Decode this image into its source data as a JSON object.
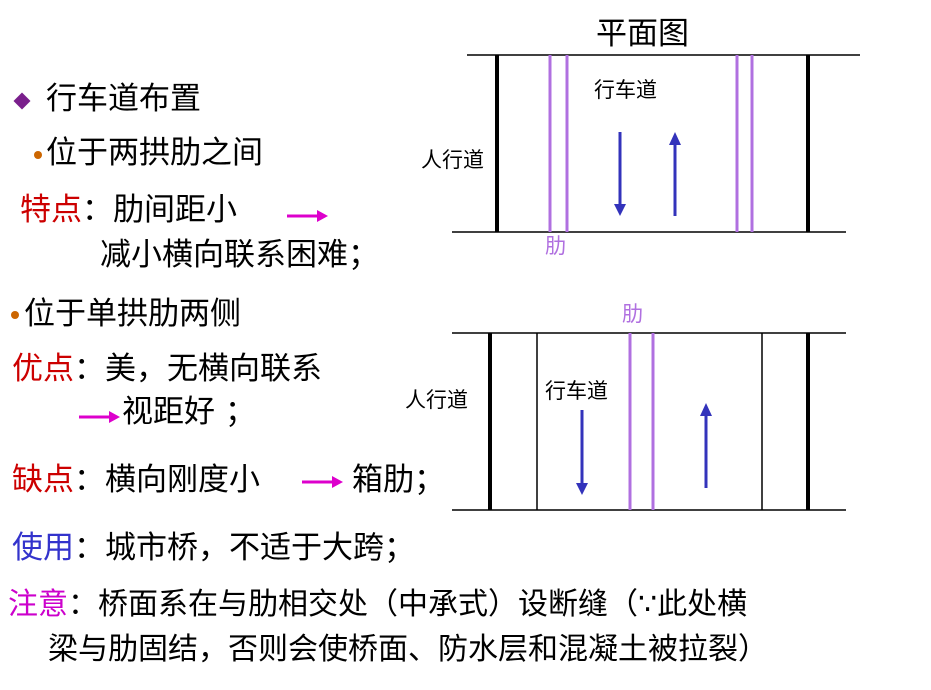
{
  "colors": {
    "accent_red": "#cc0000",
    "accent_blue": "#3333cc",
    "accent_magenta": "#cc00cc",
    "rib_purple": "#b070e0",
    "arrow_blue": "#3333bb",
    "pink_arrow": "#dd00cc",
    "diamond_bullet": "#7a1f8c",
    "dot_bullet": "#cc6600"
  },
  "left": {
    "heading": "行车道布置",
    "sub1": "位于两拱肋之间",
    "feature_label": "特点",
    "feature_text": "：肋间距小",
    "feature_cont": "减小横向联系困难；",
    "sub2": "位于单拱肋两侧",
    "adv_label": "优点",
    "adv_text": "：美，无横向联系",
    "adv_cont": "视距好 ；",
    "disadv_label": "缺点",
    "disadv_text": "：横向刚度小",
    "disadv_cont": "箱肋；",
    "use_label": "使用",
    "use_text": "：城市桥，不适于大跨；",
    "note_label": "注意",
    "note_text": "：桥面系在与肋相交处（中承式）设断缝（∵此处横",
    "note_cont": "梁与肋固结，否则会使桥面、防水层和混凝土被拉裂）"
  },
  "diagram1": {
    "title": "平面图",
    "roadway_label": "行车道",
    "sidewalk_label": "人行道",
    "rib_label": "肋"
  },
  "diagram2": {
    "rib_label": "肋",
    "roadway_label": "行车道",
    "sidewalk_label": "人行道"
  },
  "icons": [
    "diamond-bullet-icon",
    "dot-bullet-icon",
    "right-arrow-icon",
    "down-arrow-icon",
    "up-arrow-icon"
  ]
}
